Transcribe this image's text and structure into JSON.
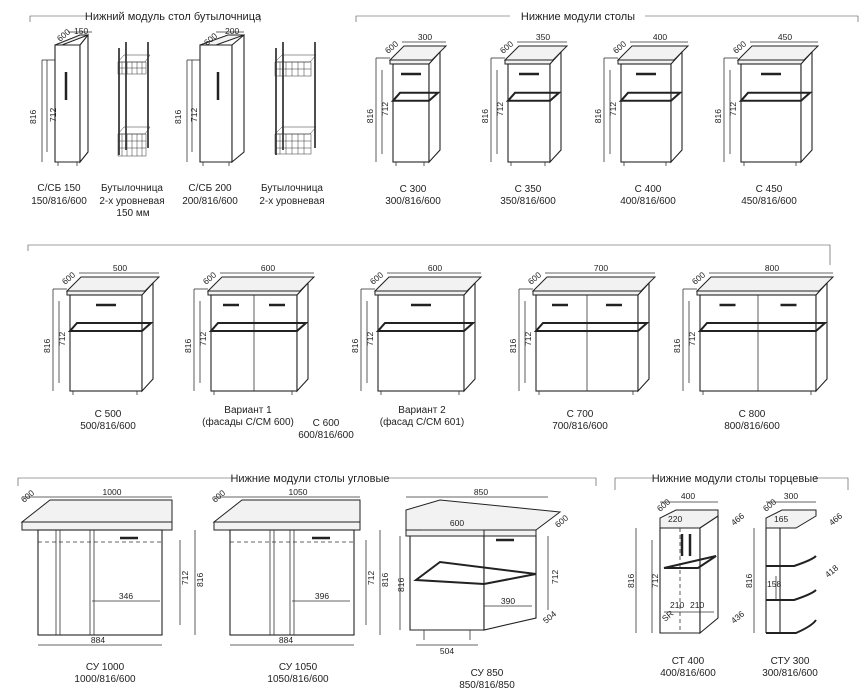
{
  "sections": {
    "bottle": "Нижний модуль стол бутылочница",
    "straight": "Нижние модули столы",
    "corner": "Нижние модули столы угловые",
    "end": "Нижние модули столы торцевые"
  },
  "items": {
    "csb150": {
      "name": "С/СБ 150",
      "size": "150/816/600",
      "w": "150",
      "d": "600",
      "h1": "816",
      "h2": "712"
    },
    "bottle1": {
      "name": "Бутылочница",
      "sub": "2-х уровневая",
      "note": "150 мм"
    },
    "csb200": {
      "name": "С/СБ 200",
      "size": "200/816/600",
      "w": "200",
      "d": "600",
      "h1": "816",
      "h2": "712"
    },
    "bottle2": {
      "name": "Бутылочница",
      "sub": "2-х уровневая"
    },
    "c300": {
      "name": "С 300",
      "size": "300/816/600",
      "w": "300",
      "d": "600",
      "h1": "816",
      "h2": "712"
    },
    "c350": {
      "name": "С 350",
      "size": "350/816/600",
      "w": "350",
      "d": "600",
      "h1": "816",
      "h2": "712"
    },
    "c400": {
      "name": "С 400",
      "size": "400/816/600",
      "w": "400",
      "d": "600",
      "h1": "816",
      "h2": "712"
    },
    "c450": {
      "name": "С 450",
      "size": "450/816/600",
      "w": "450",
      "d": "600",
      "h1": "816",
      "h2": "712"
    },
    "c500": {
      "name": "С 500",
      "size": "500/816/600",
      "w": "500",
      "d": "600",
      "h1": "816",
      "h2": "712"
    },
    "v1": {
      "name": "Вариант 1",
      "sub": "(фасады С/СМ 600)",
      "w": "600",
      "d": "600",
      "h1": "816",
      "h2": "712"
    },
    "c600": {
      "name": "С 600",
      "size": "600/816/600"
    },
    "v2": {
      "name": "Вариант 2",
      "sub": "(фасад С/СМ 601)",
      "w": "600",
      "d": "600",
      "h1": "816",
      "h2": "712"
    },
    "c700": {
      "name": "С 700",
      "size": "700/816/600",
      "w": "700",
      "d": "600",
      "h1": "816",
      "h2": "712"
    },
    "c800": {
      "name": "С 800",
      "size": "800/816/600",
      "w": "800",
      "d": "600",
      "h1": "816",
      "h2": "712"
    },
    "cu1000": {
      "name": "СУ 1000",
      "size": "1000/816/600",
      "w": "1000",
      "d": "600",
      "h1": "816",
      "h2": "712",
      "inner": "346",
      "base": "884"
    },
    "cu1050": {
      "name": "СУ 1050",
      "size": "1050/816/600",
      "w": "1050",
      "d": "600",
      "h1": "816",
      "h2": "712",
      "inner": "396",
      "base": "884"
    },
    "cu850": {
      "name": "СУ 850",
      "size": "850/816/850",
      "w": "850",
      "w2": "600",
      "d": "600",
      "h1": "816",
      "h2": "712",
      "inner": "390",
      "base": "504",
      "side": "504"
    },
    "ct400": {
      "name": "СТ 400",
      "size": "400/816/600",
      "w": "400",
      "d": "600",
      "h1": "816",
      "h2": "712",
      "a": "220",
      "b": "466",
      "c": "210",
      "e": "210",
      "f": "436",
      "g": "SR"
    },
    "cty300": {
      "name": "СТУ 300",
      "size": "300/816/600",
      "w": "300",
      "d": "600",
      "h1": "816",
      "a": "165",
      "b": "466",
      "c": "158",
      "e": "418"
    }
  }
}
